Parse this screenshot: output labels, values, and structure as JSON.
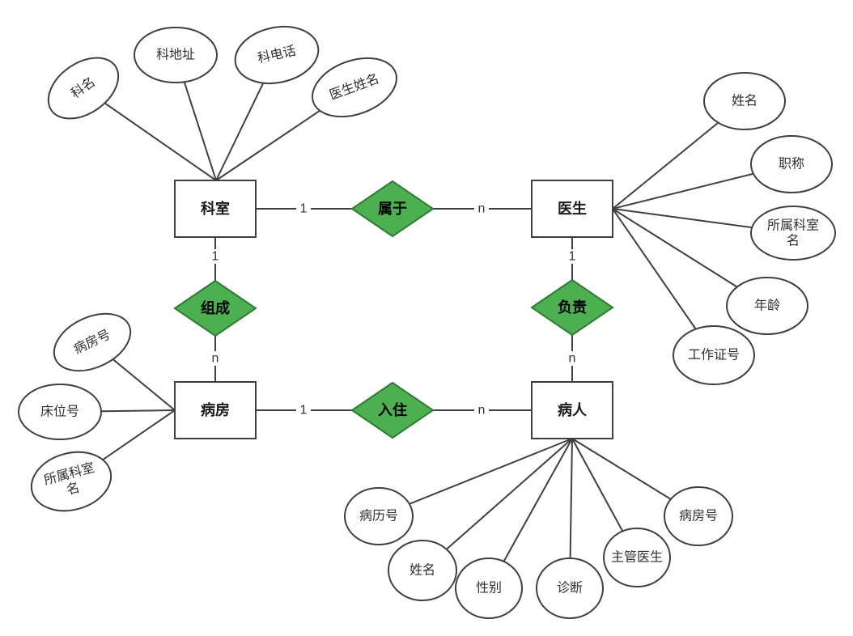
{
  "colors": {
    "relationship_fill": "#4caf50",
    "relationship_border": "#2e7d32",
    "shape_border": "#3f3f3f",
    "background": "#ffffff",
    "text": "#1a1a1a"
  },
  "entities": [
    {
      "id": "department",
      "label": "科室"
    },
    {
      "id": "doctor",
      "label": "医生"
    },
    {
      "id": "ward",
      "label": "病房"
    },
    {
      "id": "patient",
      "label": "病人"
    }
  ],
  "relationships": [
    {
      "id": "belongs-to",
      "label": "属于",
      "card_from": "1",
      "card_to": "n",
      "between": [
        "科室",
        "医生"
      ]
    },
    {
      "id": "composes",
      "label": "组成",
      "card_from": "1",
      "card_to": "n",
      "between": [
        "科室",
        "病房"
      ]
    },
    {
      "id": "responsible-for",
      "label": "负责",
      "card_from": "1",
      "card_to": "n",
      "between": [
        "医生",
        "病人"
      ]
    },
    {
      "id": "checks-in",
      "label": "入住",
      "card_from": "1",
      "card_to": "n",
      "between": [
        "病房",
        "病人"
      ]
    }
  ],
  "attributes": {
    "department": [
      {
        "label": "科名"
      },
      {
        "label": "科地址"
      },
      {
        "label": "科电话"
      },
      {
        "label": "医生姓名"
      }
    ],
    "doctor": [
      {
        "label": "姓名"
      },
      {
        "label": "职称"
      },
      {
        "label": "所属科室名",
        "wrap": [
          "所属科室",
          "名"
        ]
      },
      {
        "label": "年龄"
      },
      {
        "label": "工作证号"
      }
    ],
    "ward": [
      {
        "label": "病房号"
      },
      {
        "label": "床位号"
      },
      {
        "label": "所属科室名",
        "wrap": [
          "所属科室",
          "名"
        ]
      }
    ],
    "patient": [
      {
        "label": "病历号"
      },
      {
        "label": "姓名"
      },
      {
        "label": "性别"
      },
      {
        "label": "诊断"
      },
      {
        "label": "主管医生"
      },
      {
        "label": "病房号"
      }
    ]
  }
}
